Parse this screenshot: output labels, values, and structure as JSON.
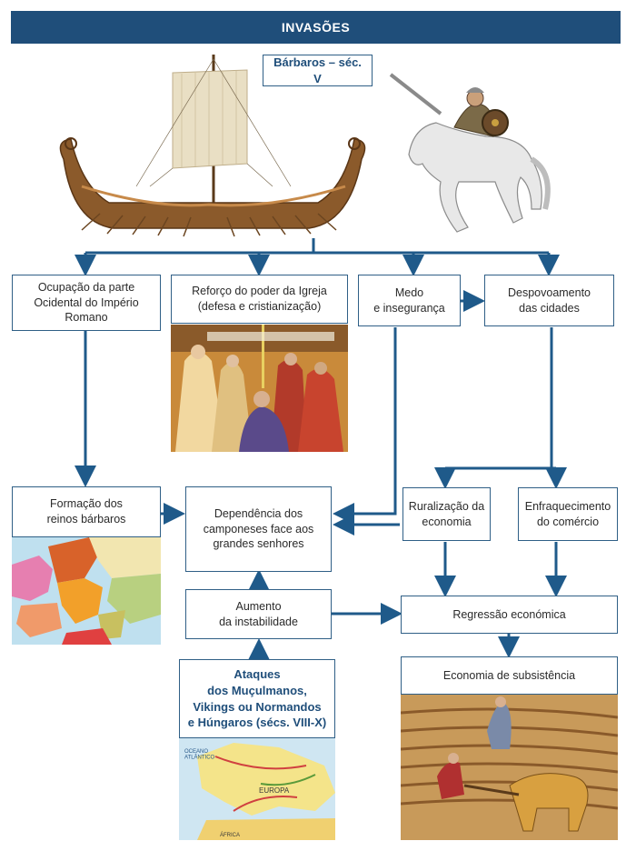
{
  "header": {
    "title": "INVASÕES"
  },
  "source": {
    "label": "Bárbaros – séc. V"
  },
  "nodes": {
    "ocupacao": "Ocupação da parte\nOcidental do Império\nRomano",
    "reforco": "Reforço do poder da Igreja\n(defesa e cristianização)",
    "medo": "Medo\ne insegurança",
    "despovoamento": "Despovoamento\ndas cidades",
    "formacao": "Formação dos\nreinos bárbaros",
    "dependencia": "Dependência dos\ncamponeses face aos\ngrandes senhores",
    "ruralizacao": "Ruralização da\neconomia",
    "enfraquecimento": "Enfraquecimento\ndo comércio",
    "aumento": "Aumento\nda instabilidade",
    "regressao": "Regressão económica",
    "ataques": "Ataques\ndos Muçulmanos,\nVikings ou Normandos\ne Húngaros (sécs. VIII-X)",
    "subsistencia": "Economia de subsistência"
  },
  "map_labels": {
    "oceano": "OCEANO\nATLÂNTICO",
    "europa": "EUROPA",
    "africa": "ÁFRICA"
  },
  "colors": {
    "accent": "#1f4e7a",
    "arrow": "#1f5a8a",
    "box_border": "#2f5f86"
  },
  "illustrations": [
    "viking-longship",
    "barbarian-horseman",
    "coronation-painting",
    "kingdoms-map",
    "invasions-map",
    "ploughing-scene"
  ]
}
